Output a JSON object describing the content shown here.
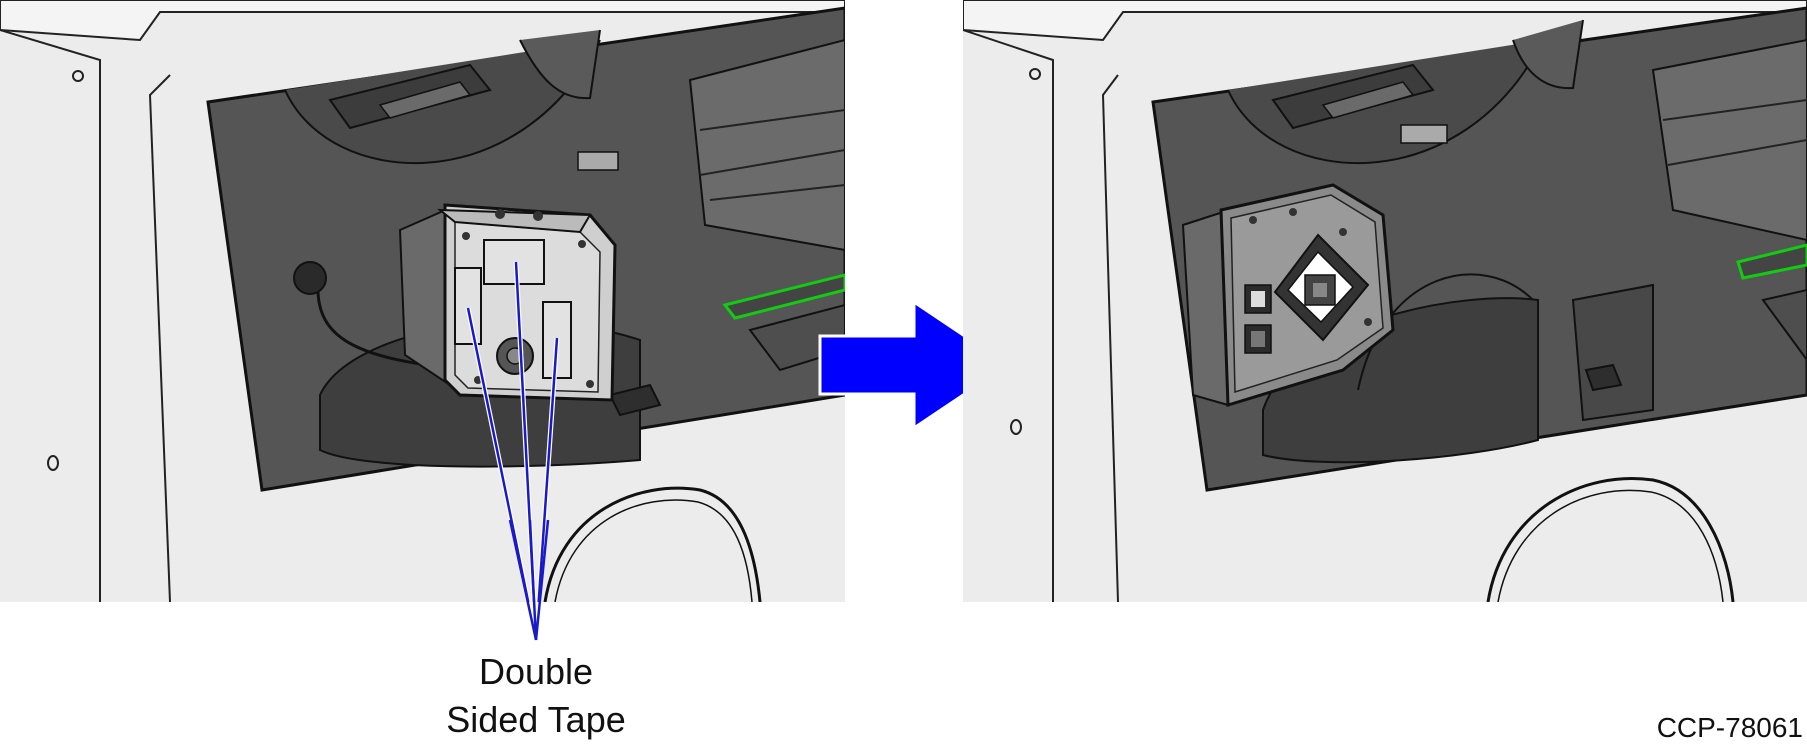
{
  "callout": {
    "line1": "Double",
    "line2": "Sided Tape"
  },
  "figure_code": "CCP-78061",
  "icons": {
    "direction": "right-arrow-icon"
  },
  "colors": {
    "panel_dark": "#555555",
    "housing_light": "#e8e8e8",
    "arrow": "#0000ff",
    "leader_line": "#1a1ac8",
    "led_strip": "#22cc22"
  }
}
